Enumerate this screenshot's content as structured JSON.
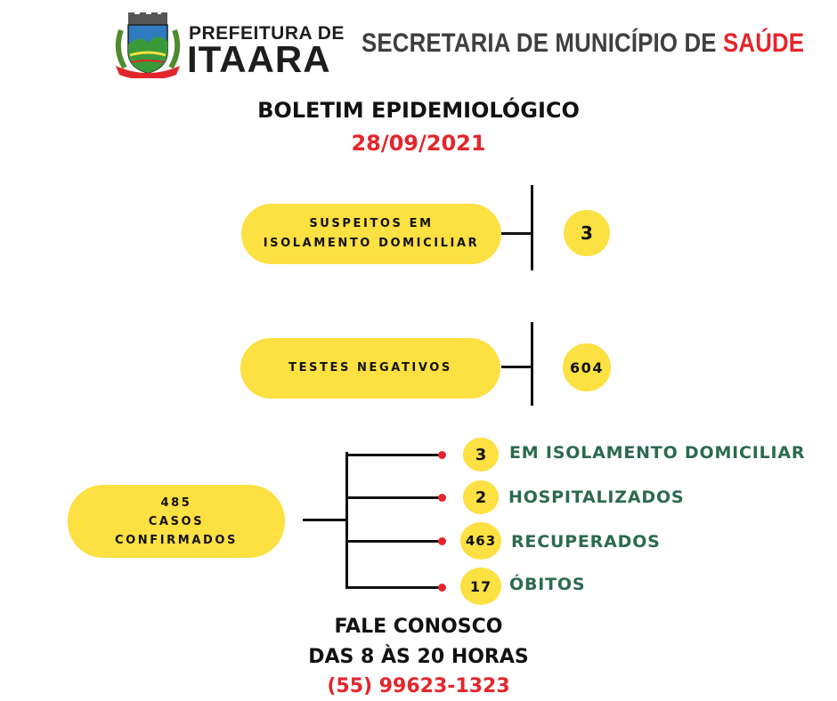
{
  "header": {
    "prefeitura_line1": "PREFEITURA DE",
    "prefeitura_line2": "ITAARA",
    "secretaria_main": "SECRETARIA DE MUNICÍPIO DE ",
    "secretaria_accent": "SAÚDE"
  },
  "bulletin": {
    "title": "BOLETIM EPIDEMIOLÓGICO",
    "date": "28/09/2021"
  },
  "suspects": {
    "label_line1": "SUSPEITOS EM",
    "label_line2": "ISOLAMENTO DOMICILIAR",
    "value": "3"
  },
  "negative_tests": {
    "label": "TESTES NEGATIVOS",
    "value": "604"
  },
  "confirmed": {
    "value": "485",
    "label_line1": "CASOS",
    "label_line2": "CONFIRMADOS",
    "breakdown": [
      {
        "value": "3",
        "label": "EM ISOLAMENTO DOMICILIAR"
      },
      {
        "value": "2",
        "label": "HOSPITALIZADOS"
      },
      {
        "value": "463",
        "label": "RECUPERADOS"
      },
      {
        "value": "17",
        "label": "ÓBITOS"
      }
    ]
  },
  "footer": {
    "line1": "FALE CONOSCO",
    "line2": "DAS 8 ÀS 20 HORAS",
    "phone": "(55) 99623-1323"
  },
  "colors": {
    "yellow": "#fde041",
    "red": "#e3262b",
    "green": "#2b6a4e"
  }
}
